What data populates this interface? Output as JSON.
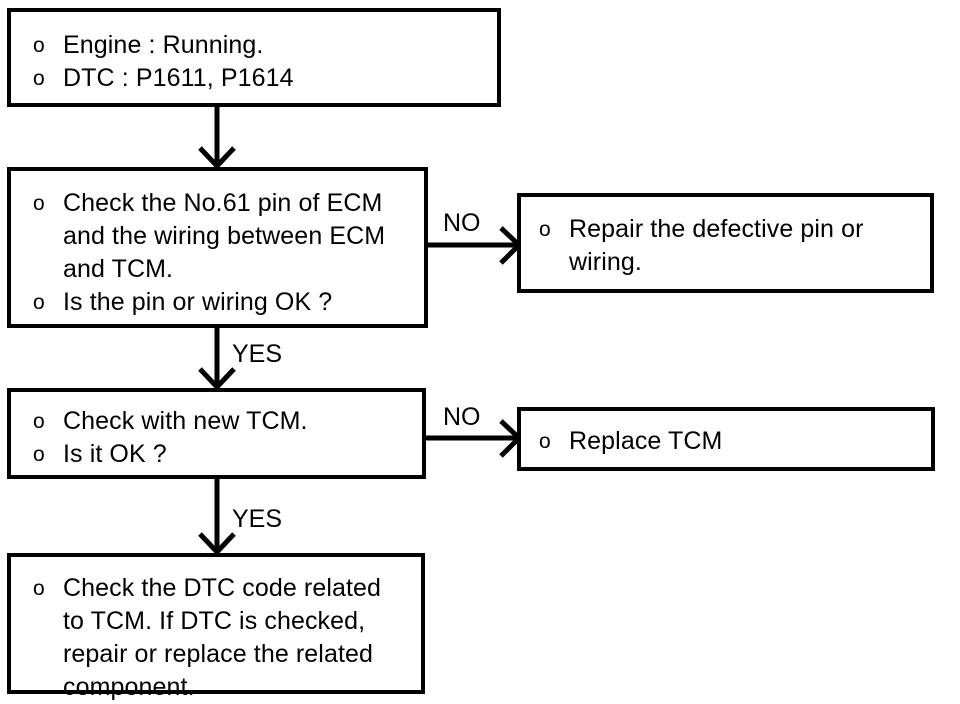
{
  "diagram": {
    "title": "DTC P1611 / P1614 troubleshooting flowchart",
    "type": "flowchart",
    "background_color": "#ffffff",
    "line_color": "#000000",
    "bullet_glyph": "o",
    "nodes": [
      {
        "id": "condition",
        "name": "condition-box",
        "lines": [
          "Engine : Running.",
          "DTC : P1611, P1614"
        ]
      },
      {
        "id": "check-pin",
        "name": "check-pin-box",
        "lines": [
          "Check the No.61 pin of ECM\nand the wiring between ECM\nand TCM.",
          "Is the pin or wiring OK ?"
        ]
      },
      {
        "id": "repair-pin",
        "name": "repair-pin-box",
        "lines": [
          "Repair the defective pin or\nwiring."
        ]
      },
      {
        "id": "check-tcm",
        "name": "check-tcm-box",
        "lines": [
          "Check with new TCM.",
          "Is it OK ?"
        ]
      },
      {
        "id": "replace-tcm",
        "name": "replace-tcm-box",
        "lines": [
          "Replace TCM"
        ]
      },
      {
        "id": "check-dtc",
        "name": "check-dtc-box",
        "lines": [
          "Check the DTC code related\nto TCM. If DTC is checked,\nrepair or replace the related\ncomponent."
        ]
      }
    ],
    "edges": [
      {
        "id": "e1",
        "from": "condition",
        "to": "check-pin",
        "label": ""
      },
      {
        "id": "e2",
        "from": "check-pin",
        "to": "repair-pin",
        "label": "NO"
      },
      {
        "id": "e3",
        "from": "check-pin",
        "to": "check-tcm",
        "label": "YES"
      },
      {
        "id": "e4",
        "from": "check-tcm",
        "to": "replace-tcm",
        "label": "NO"
      },
      {
        "id": "e5",
        "from": "check-tcm",
        "to": "check-dtc",
        "label": "YES"
      }
    ]
  }
}
